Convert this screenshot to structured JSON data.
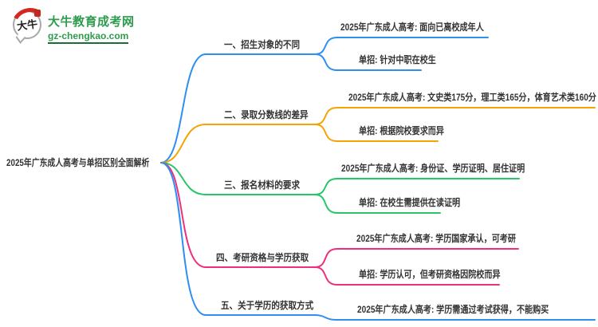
{
  "logo": {
    "badge_text": "大牛",
    "title": "大牛教育成考网",
    "domain": "gz-chengkao.com"
  },
  "main_topic": "2025年广东成人高考与单招区别全面解析",
  "colors": {
    "blue": "#2e8ff0",
    "orange": "#f5a300",
    "green": "#27c767",
    "pink": "#ee2f7b",
    "text": "#333333",
    "logo_green": "#2e9b4e",
    "logo_red": "#d5281e"
  },
  "branches": [
    {
      "label": "一、招生对象的不同",
      "color": "#2e8ff0",
      "items": [
        "2025年广东成人高考: 面向已离校成年人",
        "单招: 针对中职在校生"
      ]
    },
    {
      "label": "二、录取分数线的差异",
      "color": "#f5a300",
      "items": [
        "2025年广东成人高考: 文史类175分，理工类165分，体育艺术类160分",
        "单招: 根据院校要求而异"
      ]
    },
    {
      "label": "三、报名材料的要求",
      "color": "#27c767",
      "items": [
        "2025年广东成人高考: 身份证、学历证明、居住证明",
        "单招: 在校生需提供在读证明"
      ]
    },
    {
      "label": "四、考研资格与学历获取",
      "color": "#ee2f7b",
      "items": [
        "2025年广东成人高考: 学历国家承认，可考研",
        "单招: 学历认可，但考研资格因院校而异"
      ]
    },
    {
      "label": "五、关于学历的获取方式",
      "color": "#2e8ff0",
      "items": [
        "2025年广东成人高考: 学历需通过考试获得，不能购买"
      ]
    }
  ]
}
